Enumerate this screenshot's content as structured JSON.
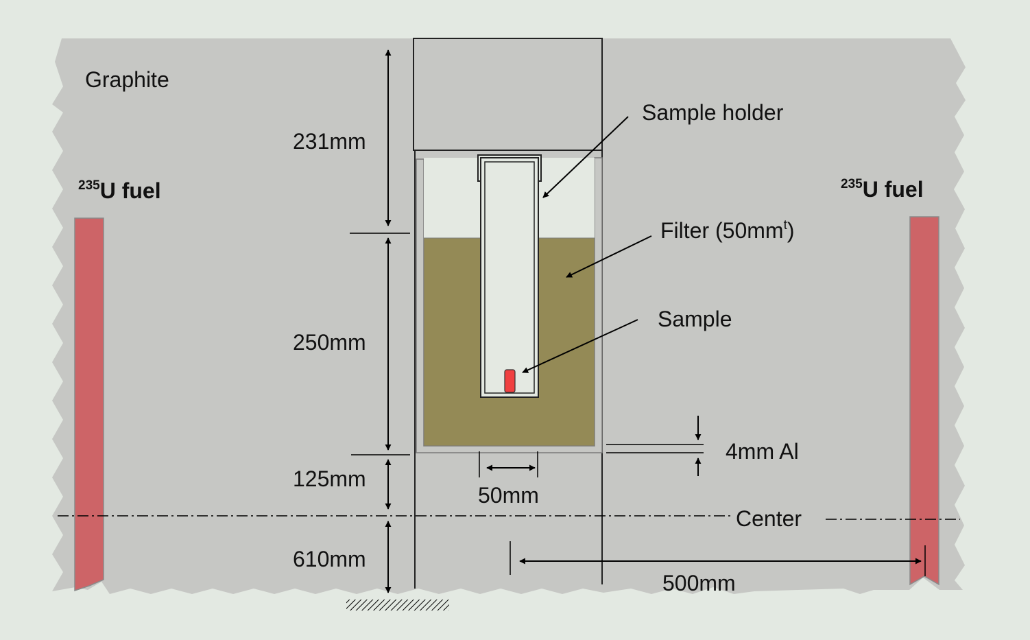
{
  "labels": {
    "graphite": "Graphite",
    "fuel_left_sup": "235",
    "fuel_left": "U fuel",
    "fuel_right_sup": "235",
    "fuel_right": "U fuel",
    "sample_holder": "Sample holder",
    "filter": "Filter (50mm",
    "filter_sup": "t",
    "filter_close": ")",
    "sample": "Sample",
    "al_thickness": "4mm Al",
    "center": "Center",
    "dim_231": "231mm",
    "dim_250": "250mm",
    "dim_125": "125mm",
    "dim_610": "610mm",
    "dim_50": "50mm",
    "dim_500": "500mm"
  },
  "colors": {
    "background": "#e3e9e2",
    "graphite": "#c6c7c4",
    "fuel_rod": "#cd6467",
    "filter": "#948a56",
    "cavity": "#e4e9e2",
    "sample": "#f04040",
    "plug": "#c6c7c4"
  }
}
